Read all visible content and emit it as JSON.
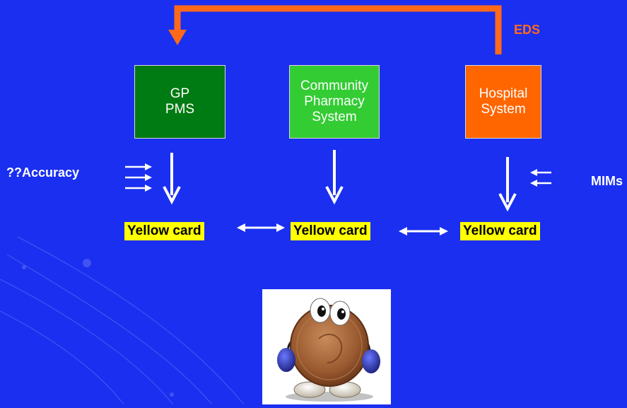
{
  "colors": {
    "background": "#1a2ff0",
    "gp_box": "#007a12",
    "pharmacy_box": "#33cc33",
    "hospital_box": "#ff6600",
    "eds_line": "#ff6a1a",
    "card_bg": "#ffff00",
    "arrow": "#ffffff"
  },
  "diagram": {
    "boxes": {
      "gp": [
        "GP",
        "PMS"
      ],
      "pharmacy": [
        "Community",
        "Pharmacy",
        "System"
      ],
      "hospital": [
        "Hospital",
        "System"
      ]
    },
    "cards": {
      "left": "Yellow card",
      "middle": "Yellow card",
      "right": "Yellow card"
    },
    "labels": {
      "accuracy": "??Accuracy",
      "mims": "MIMs",
      "eds": "EDS"
    },
    "icons": {
      "mascot": "penny-mascot-icon",
      "swoosh": "decorative-swoosh-icon"
    }
  }
}
